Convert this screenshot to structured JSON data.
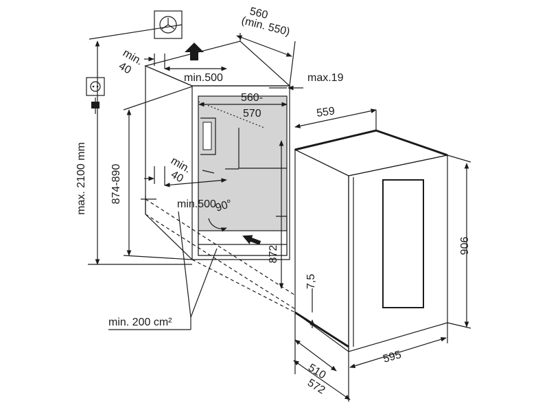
{
  "colors": {
    "line": "#1a1a1a",
    "niche_fill": "#d4d4d4",
    "background": "#ffffff"
  },
  "icons": [
    "ventilation-fan-icon",
    "airflow-up-arrow-icon",
    "power-socket-icon",
    "power-plug-icon",
    "airflow-in-arrow-icon"
  ],
  "labels": {
    "depth_560": "560",
    "depth_min_550": "(min. 550)",
    "top_gap_min": "min.",
    "top_gap_40": "40",
    "top_vent_min500": "min.500",
    "max19": "max.19",
    "inner_560": "560-",
    "inner_570": "570",
    "appliance_depth_559": "559",
    "max_height_2100": "max. 2100 mm",
    "niche_height_874_890": "874-890",
    "bottom_gap_min": "min.",
    "bottom_gap_40": "40",
    "bottom_vent_min500": "min.500",
    "angle_90": "90°",
    "height_872": "872",
    "plinth_7_5": "7,5",
    "appliance_height_906": "906",
    "vent_area": "min. 200 cm²",
    "depth_510": "510",
    "depth_572": "572",
    "width_595": "595"
  }
}
